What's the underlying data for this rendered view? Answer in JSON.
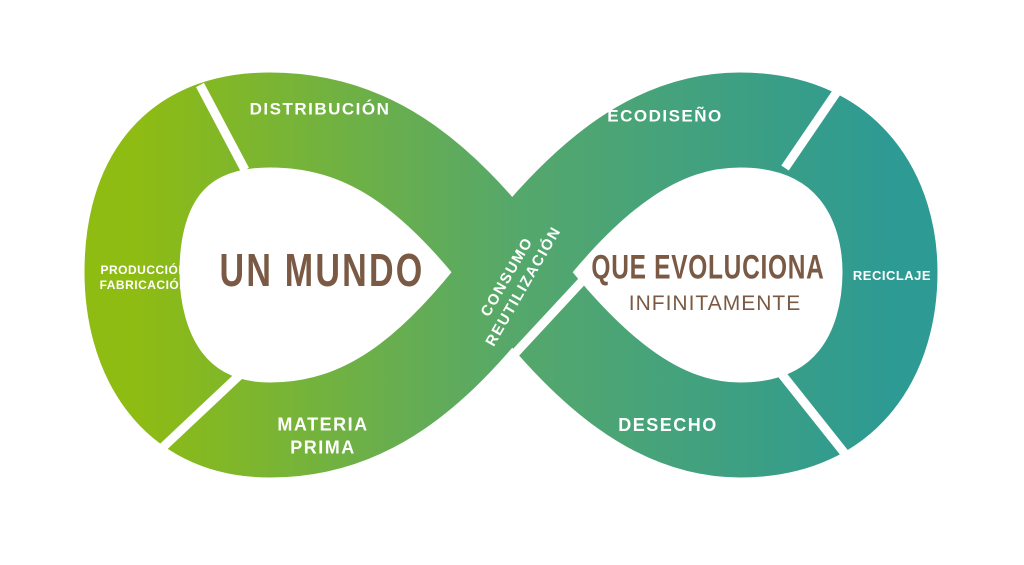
{
  "colors": {
    "left": "#8fbc12",
    "mid": "#56a86a",
    "right": "#2d9a93",
    "title": "#7a5a44"
  },
  "title_left": "UN MUNDO",
  "title_right": "QUE EVOLUCIONA",
  "subtitle_right": "INFINITAMENTE",
  "stages": {
    "distribucion": "DISTRIBUCIÓN",
    "produccion": "PRODUCCIÓN",
    "fabricacion": "FABRICACIÓN",
    "materia": "MATERIA",
    "prima": "PRIMA",
    "consumo": "CONSUMO",
    "reutilizacion": "REUTILIZACIÓN",
    "ecodiseno": "ECODISEÑO",
    "reciclaje": "RECICLAJE",
    "desecho": "DESECHO"
  }
}
